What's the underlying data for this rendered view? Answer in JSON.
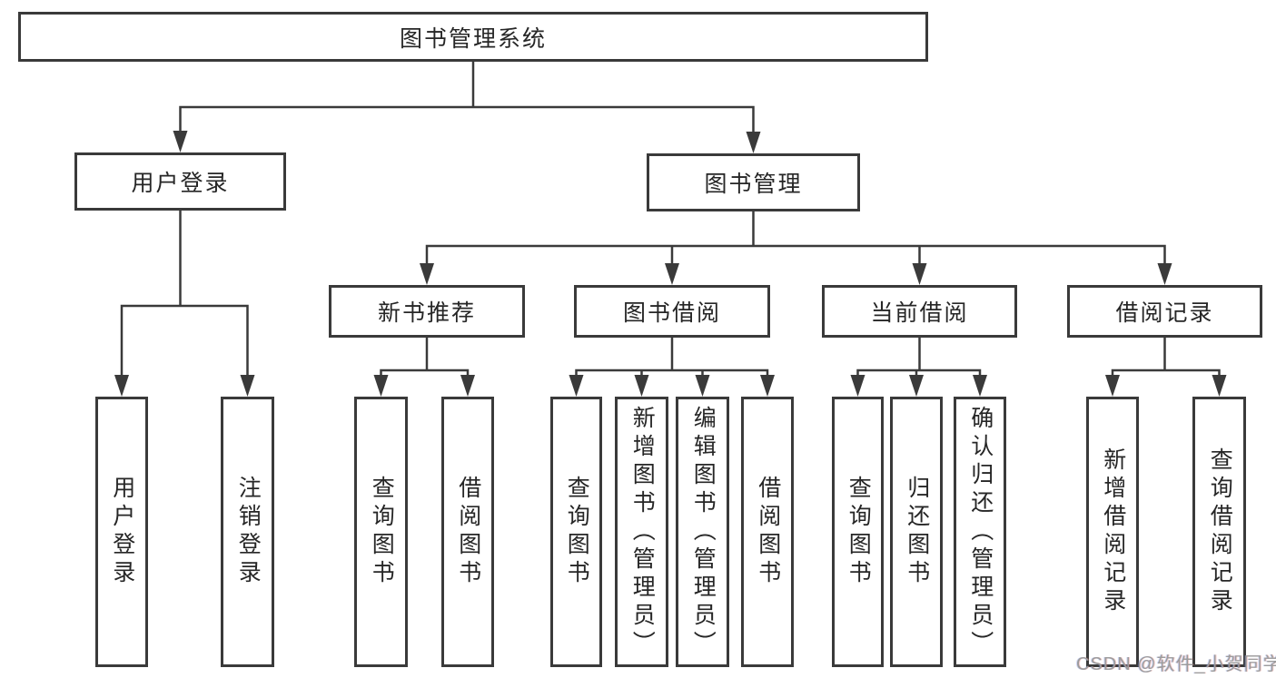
{
  "tree": {
    "label": "图书管理系统",
    "children": [
      {
        "label": "用户登录",
        "children": [
          {
            "label": "用户登录"
          },
          {
            "label": "注销登录"
          }
        ]
      },
      {
        "label": "图书管理",
        "children": [
          {
            "label": "新书推荐",
            "children": [
              {
                "label": "查询图书"
              },
              {
                "label": "借阅图书"
              }
            ]
          },
          {
            "label": "图书借阅",
            "children": [
              {
                "label": "查询图书"
              },
              {
                "label": "新增图书（管理员）"
              },
              {
                "label": "编辑图书（管理员）"
              },
              {
                "label": "借阅图书"
              }
            ]
          },
          {
            "label": "当前借阅",
            "children": [
              {
                "label": "查询图书"
              },
              {
                "label": "归还图书"
              },
              {
                "label": "确认归还（管理员）"
              }
            ]
          },
          {
            "label": "借阅记录",
            "children": [
              {
                "label": "新增借阅记录"
              },
              {
                "label": "查询借阅记录"
              }
            ]
          }
        ]
      }
    ]
  },
  "watermark": {
    "text": "CSDN @软件_小贺同学"
  },
  "colors": {
    "line": "#3a3a3a",
    "text": "#262626",
    "watermark": "#9c9c9c",
    "background": "#ffffff"
  }
}
